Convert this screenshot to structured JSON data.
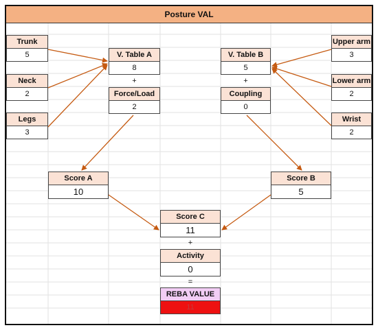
{
  "title": "Posture VAL",
  "inputs_left": [
    {
      "label": "Trunk",
      "value": "5"
    },
    {
      "label": "Neck",
      "value": "2"
    },
    {
      "label": "Legs",
      "value": "3"
    }
  ],
  "inputs_right": [
    {
      "label": "Upper arm",
      "value": "3"
    },
    {
      "label": "Lower arm",
      "value": "2"
    },
    {
      "label": "Wrist",
      "value": "2"
    }
  ],
  "table_a": {
    "label": "V. Table A",
    "value": "8"
  },
  "force_load": {
    "label": "Force/Load",
    "value": "2"
  },
  "table_b": {
    "label": "V. Table B",
    "value": "5"
  },
  "coupling": {
    "label": "Coupling",
    "value": "0"
  },
  "score_a": {
    "label": "Score A",
    "value": "10"
  },
  "score_b": {
    "label": "Score B",
    "value": "5"
  },
  "score_c": {
    "label": "Score C",
    "value": "11"
  },
  "activity": {
    "label": "Activity",
    "value": "0"
  },
  "reba": {
    "label": "REBA VALUE",
    "value": "11"
  },
  "operators": {
    "plus": "+",
    "equals": "="
  },
  "colors": {
    "title_bg": "#f4b183",
    "header_bg": "#fbe2d5",
    "arrow": "#c55a11",
    "reba_header_bg": "#f2cdf5",
    "reba_value_bg": "#ee1111"
  }
}
